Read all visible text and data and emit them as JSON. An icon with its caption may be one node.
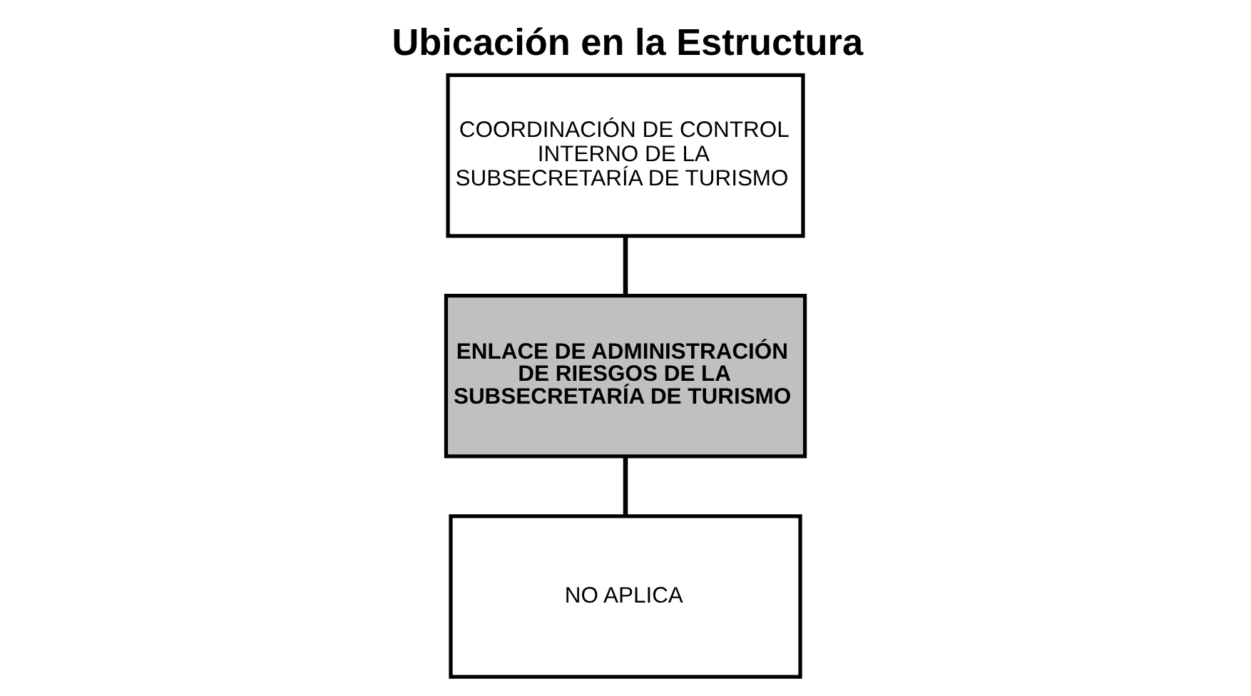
{
  "diagram": {
    "title": "Ubicación en la Estructura",
    "nodes": [
      {
        "text": [
          "COORDINACIÓN DE CONTROL INTERNO DE LA SUBSECRETARÍA DE TURISMO"
        ]
      },
      {
        "text": [
          "ENLACE DE ADMINISTRACIÓN DE RIESGOS DE LA SUBSECRETARÍA DE TURISMO"
        ]
      },
      {
        "text": [
          "NO APLICA"
        ]
      }
    ],
    "edges": [
      {
        "from": 0,
        "to": 1,
        "arrow": "none"
      },
      {
        "from": 1,
        "to": 2,
        "arrow": "none"
      }
    ]
  }
}
